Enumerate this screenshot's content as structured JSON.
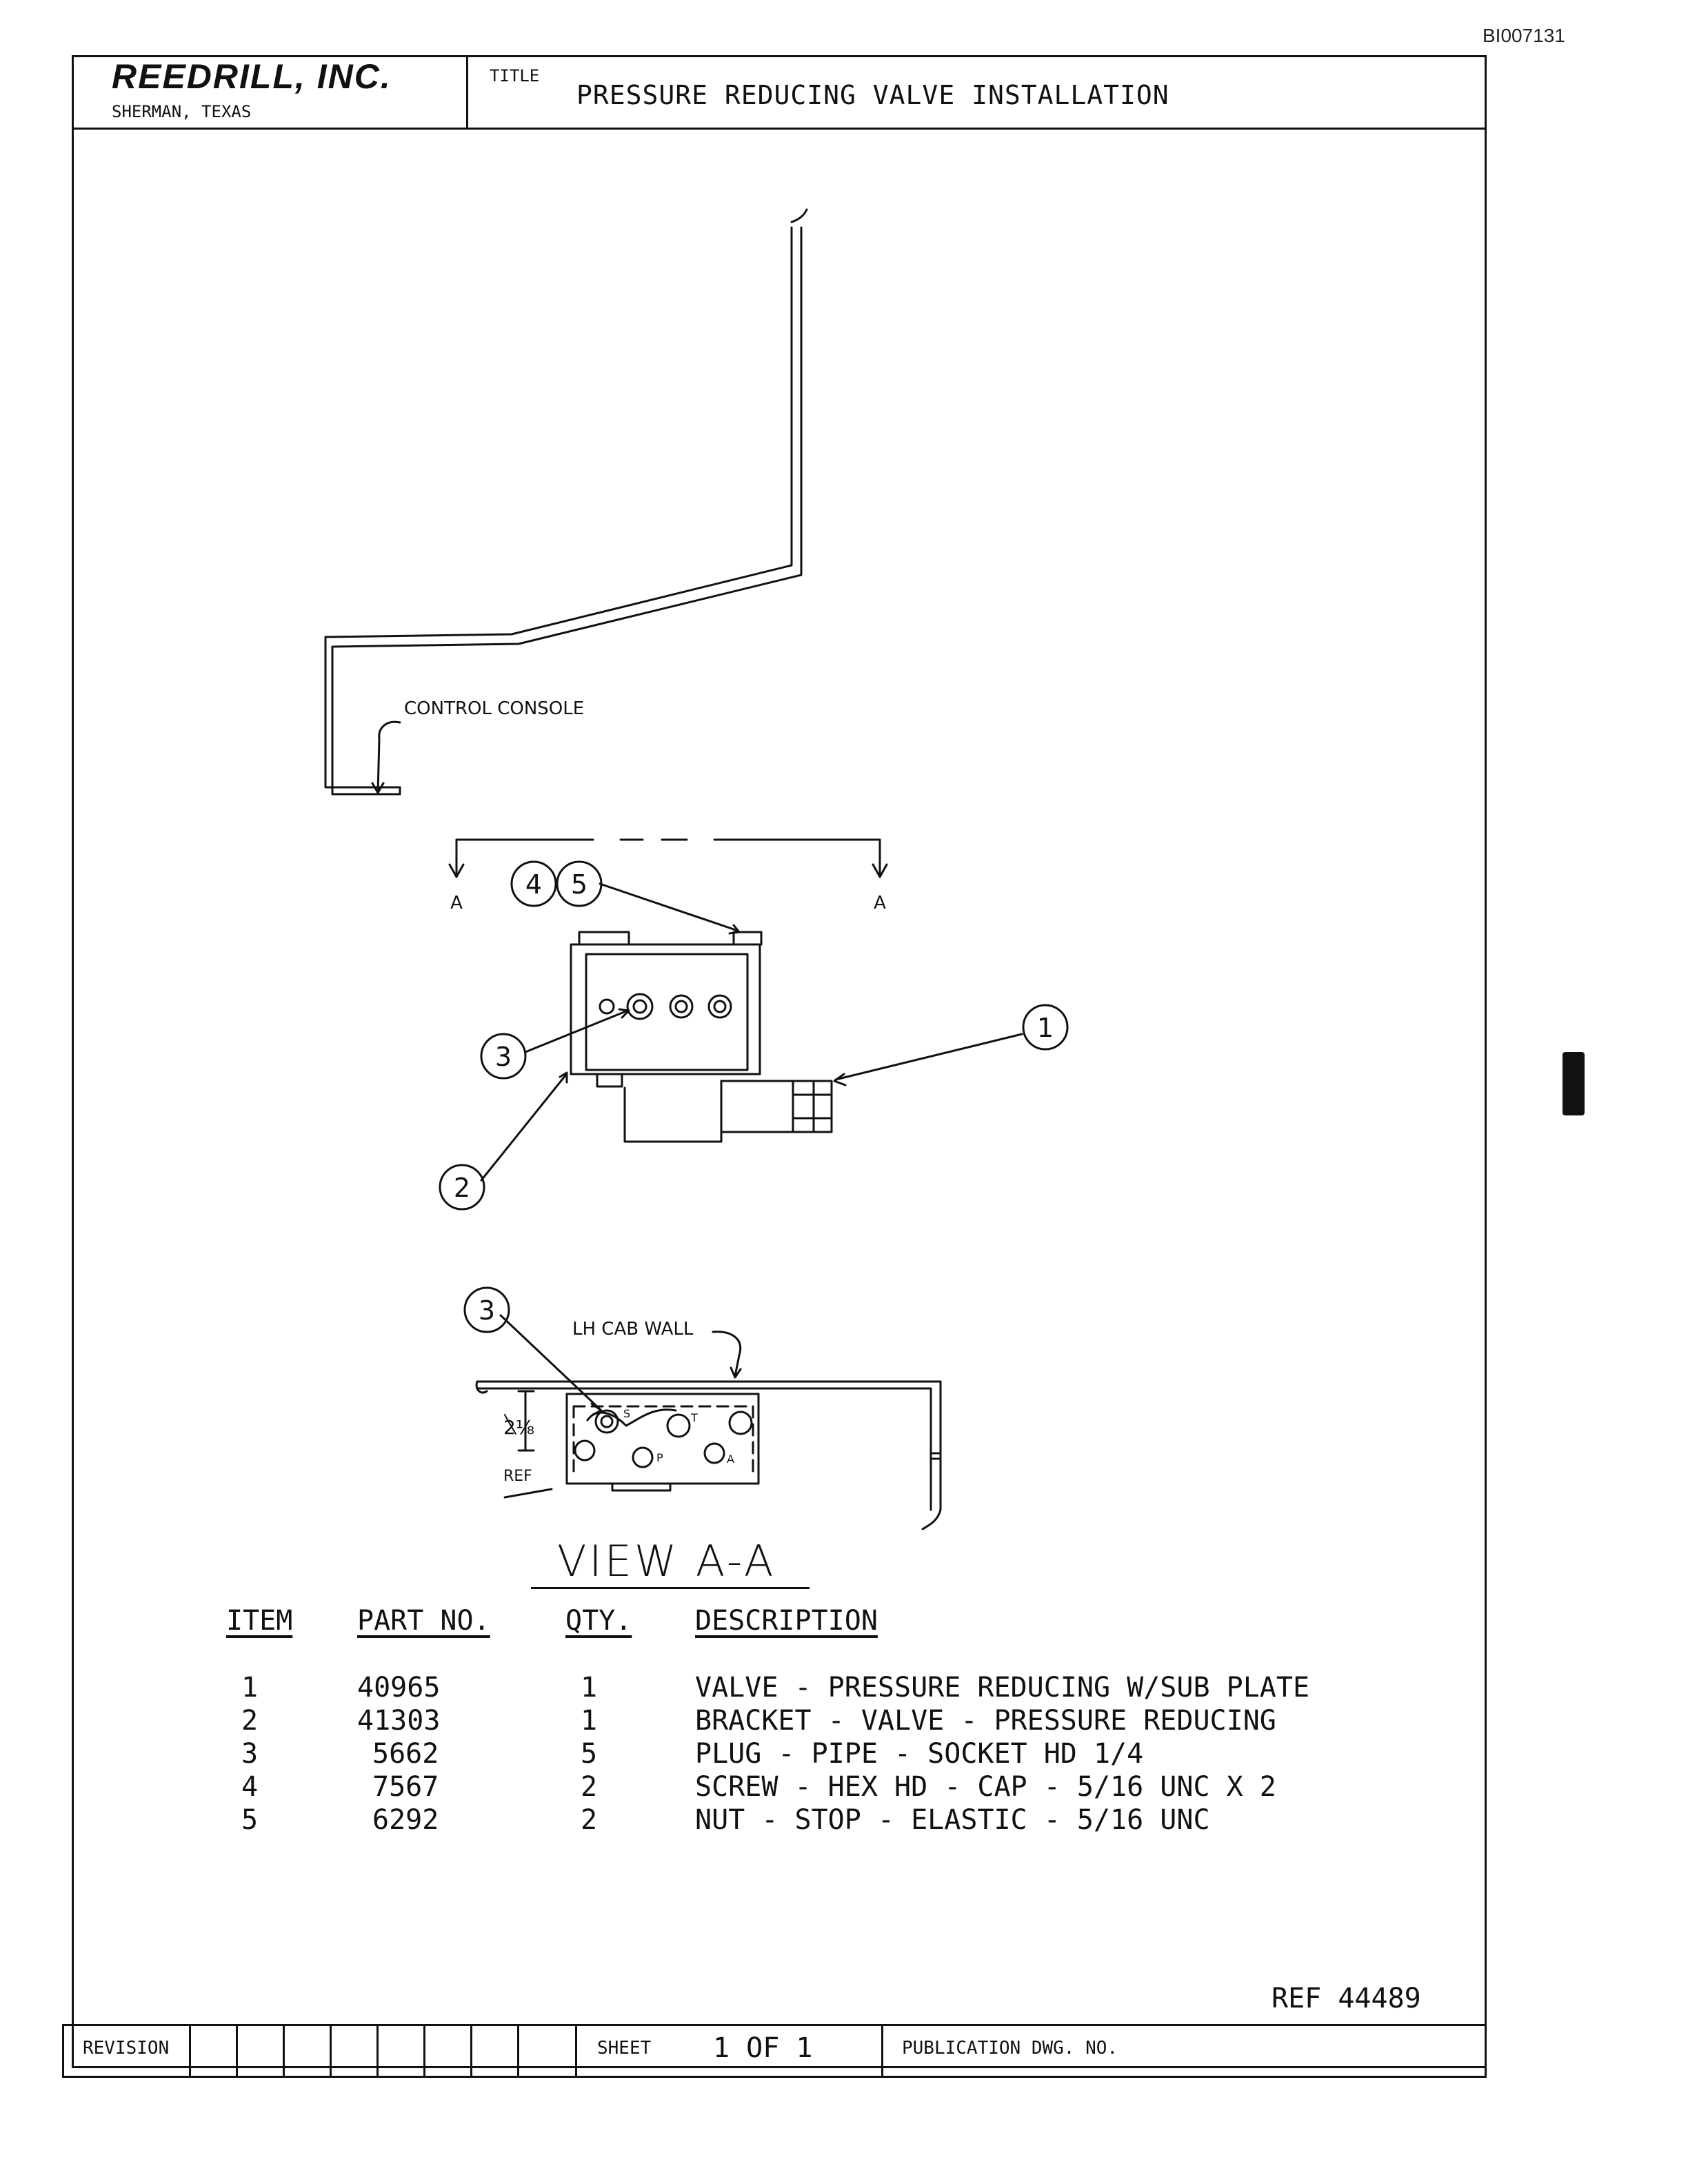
{
  "document_id": "BI007131",
  "title_block": {
    "company": "REEDRILL, INC.",
    "location": "SHERMAN, TEXAS",
    "title_label": "TITLE",
    "title": "PRESSURE REDUCING VALVE INSTALLATION"
  },
  "drawing": {
    "labels": {
      "control_console": "CONTROL CONSOLE",
      "section_left": "A",
      "section_right": "A",
      "lh_cab_wall": "LH CAB WALL",
      "dimension": "2⅛",
      "dimension_ref": "REF",
      "port_s": "S",
      "port_t": "T",
      "port_p": "P",
      "port_a": "A"
    },
    "balloons": {
      "item1": "1",
      "item2": "2",
      "item3": "3",
      "item3_view": "3",
      "item4": "4",
      "item5": "5"
    },
    "view_label": "VIEW A-A"
  },
  "parts_list": {
    "headers": {
      "item": "ITEM",
      "part_no": "PART NO.",
      "qty": "QTY.",
      "description": "DESCRIPTION"
    },
    "rows": [
      {
        "item": "1",
        "part_no": "40965",
        "qty": "1",
        "description": "VALVE - PRESSURE REDUCING W/SUB PLATE"
      },
      {
        "item": "2",
        "part_no": "41303",
        "qty": "1",
        "description": "BRACKET - VALVE - PRESSURE REDUCING"
      },
      {
        "item": "3",
        "part_no": "5662",
        "qty": "5",
        "description": "PLUG - PIPE - SOCKET HD 1/4"
      },
      {
        "item": "4",
        "part_no": "7567",
        "qty": "2",
        "description": "SCREW - HEX HD - CAP - 5/16 UNC X 2"
      },
      {
        "item": "5",
        "part_no": "6292",
        "qty": "2",
        "description": "NUT - STOP - ELASTIC - 5/16 UNC"
      }
    ]
  },
  "reference": "REF 44489",
  "footer": {
    "revision_label": "REVISION",
    "sheet_label": "SHEET",
    "sheet_value": "1 OF 1",
    "publication_label": "PUBLICATION DWG. NO."
  }
}
